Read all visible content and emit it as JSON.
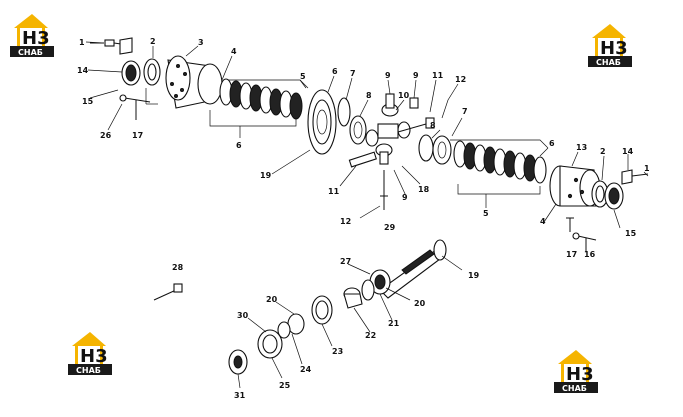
{
  "logo": {
    "mark": "H3",
    "caption": "СНАБ",
    "roof_color": "#f5b400",
    "caption_bg": "#1a1a1a"
  },
  "labels": {
    "l1a": "1",
    "l2a": "2",
    "l3": "3",
    "l4a": "4",
    "l5a": "5",
    "l6a": "6",
    "l7a": "7",
    "l8a": "8",
    "l9a": "9",
    "l9b": "9",
    "l10": "10",
    "l11a": "11",
    "l12a": "12",
    "l14a": "14",
    "l15a": "15",
    "l26": "26",
    "l17a": "17",
    "l6b": "6",
    "l19a": "19",
    "l7b": "7",
    "l8b": "8",
    "l6c": "6",
    "l13": "13",
    "l2b": "2",
    "l14b": "14",
    "l1b": "1",
    "l11b": "11",
    "l18": "18",
    "l9c": "9",
    "l12b": "12",
    "l29": "29",
    "l5b": "5",
    "l4b": "4",
    "l15b": "15",
    "l17b": "17",
    "l16": "16",
    "l28": "28",
    "l27": "27",
    "l19b": "19",
    "l20a": "20",
    "l20b": "20",
    "l21": "21",
    "l22": "22",
    "l23": "23",
    "l30": "30",
    "l24": "24",
    "l25": "25",
    "l31": "31"
  }
}
